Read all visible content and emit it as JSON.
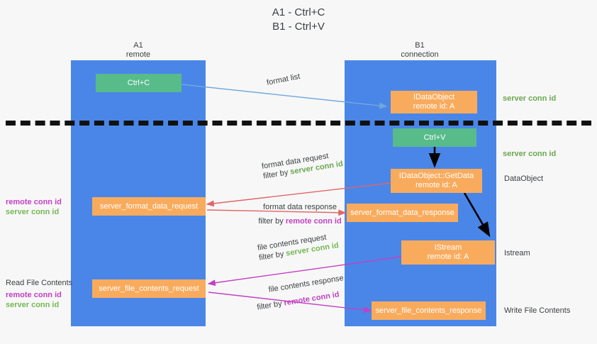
{
  "title": {
    "line1": "A1 - Ctrl+C",
    "line2": "B1 - Ctrl+V"
  },
  "lanes": [
    {
      "id": "a1",
      "name": "A1",
      "role": "remote"
    },
    {
      "id": "b1",
      "name": "B1",
      "role": "connection"
    }
  ],
  "nodes": {
    "ctrl_c": {
      "label": "Ctrl+C"
    },
    "ctrl_v": {
      "label": "Ctrl+V"
    },
    "idataobject": {
      "line1": "IDataObject",
      "line2": "remote id: A"
    },
    "getdata": {
      "line1": "IDataObject::GetData",
      "line2": "remote id: A"
    },
    "istream": {
      "line1": "IStream",
      "line2": "remote id: A"
    },
    "server_format_data_request": {
      "label": "server_format_data_request"
    },
    "server_format_data_response": {
      "label": "server_format_data_response"
    },
    "server_file_contents_request": {
      "label": "server_file_contents_request"
    },
    "server_file_contents_response": {
      "label": "server_file_contents_response"
    }
  },
  "edge_labels": {
    "format_list": "format list",
    "format_data_request": "format data request",
    "format_data_response": "format data response",
    "file_contents_request": "file contents request",
    "file_contents_response": "file contents response",
    "filter_by": "filter by",
    "server_conn_id": "server conn id",
    "remote_conn_id": "remote conn id"
  },
  "side_labels": {
    "right_server_conn_id_top": "server conn id",
    "right_server_conn_id_mid": "server conn id",
    "dataobject": "DataObject",
    "istream": "Istream",
    "write_file_contents": "Write File Contents",
    "read_file_contents": "Read File Contents",
    "left_remote_conn_id_1": "remote conn id",
    "left_server_conn_id_1": "server conn id",
    "left_remote_conn_id_2": "remote conn id",
    "left_server_conn_id_2": "server conn id"
  },
  "colors": {
    "lane": "#4a86e8",
    "green_box": "#57bb8a",
    "orange_box": "#f9ab5d",
    "server_conn_id": "#6aa84f",
    "remote_conn_id": "#c340c3",
    "arrow_format_list": "#6fa8dc",
    "arrow_format_data": "#e06666",
    "arrow_file_contents": "#c340c3",
    "arrow_internal": "#000000",
    "divider": "#111111",
    "background": "#f7f7f7"
  }
}
